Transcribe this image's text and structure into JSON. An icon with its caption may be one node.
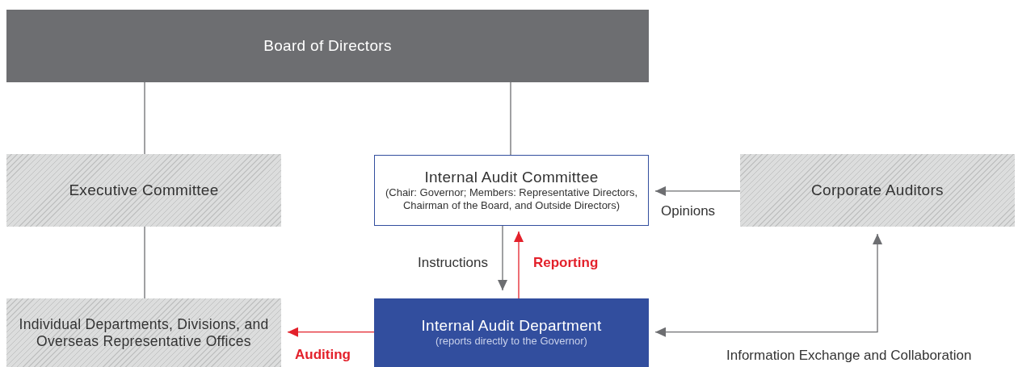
{
  "diagram": {
    "nodes": [
      {
        "text": [
          "Board of Directors"
        ]
      },
      {
        "text": [
          "Executive Committee"
        ]
      },
      {
        "text": [
          "Internal Audit Committee",
          "(Chair: Governor; Members: Representative Directors, Chairman of the Board, and Outside Directors)"
        ]
      },
      {
        "text": [
          "Corporate Auditors"
        ]
      },
      {
        "text": [
          "Individual Departments, Divisions, and Overseas Representative Offices"
        ]
      },
      {
        "text": [
          "Internal Audit Department",
          "(reports directly to the Governor)"
        ]
      }
    ],
    "edges": [
      {
        "from": 0,
        "to": 1,
        "arrow": "none"
      },
      {
        "from": 0,
        "to": 2,
        "arrow": "none"
      },
      {
        "from": 1,
        "to": 4,
        "arrow": "none"
      },
      {
        "from": 2,
        "to": 5,
        "arrow": "to",
        "label": "Instructions"
      },
      {
        "from": 5,
        "to": 2,
        "arrow": "to",
        "label": "Reporting",
        "color": "#e3212b"
      },
      {
        "from": 3,
        "to": 2,
        "arrow": "to",
        "label": "Opinions"
      },
      {
        "from": 5,
        "to": 4,
        "arrow": "to",
        "label": "Auditing",
        "color": "#e3212b"
      },
      {
        "from": 5,
        "to": 3,
        "arrow": "both",
        "label": "Information Exchange and Collaboration"
      }
    ]
  }
}
